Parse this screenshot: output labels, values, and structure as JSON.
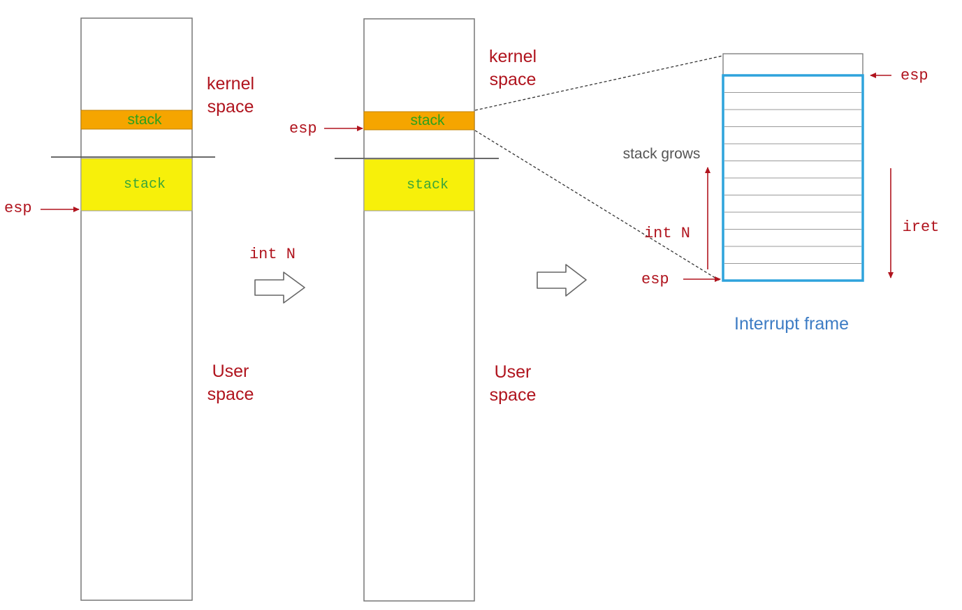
{
  "colors": {
    "red": "#b0141e",
    "kernel_stack_fill": "#f5a500",
    "kernel_stack_text": "#2aa11c",
    "user_stack_fill": "#f7f00a",
    "user_stack_text": "#3aa53a",
    "frame_border": "#2ea3dc",
    "frame_caption": "#3d7cc4",
    "gray_text": "#555555"
  },
  "left_panel": {
    "kernel_stack_label": "stack",
    "user_stack_label": "stack",
    "kernel_label_line1": "kernel",
    "kernel_label_line2": "space",
    "user_label_line1": "User",
    "user_label_line2": "space",
    "esp_label": "esp"
  },
  "transition": {
    "instruction": "int N"
  },
  "middle_panel": {
    "kernel_stack_label": "stack",
    "user_stack_label": "stack",
    "kernel_label_line1": "kernel",
    "kernel_label_line2": "space",
    "user_label_line1": "User",
    "user_label_line2": "space",
    "esp_label": "esp"
  },
  "right_panel": {
    "esp_top_label": "esp",
    "esp_bottom_label": "esp",
    "stack_grows_label": "stack grows",
    "int_label": "int N",
    "iret_label": "iret",
    "caption": "Interrupt frame",
    "frame_slot_count": 12
  },
  "icons": {
    "transition_arrow_1": "hollow-right-arrow-icon",
    "transition_arrow_2": "hollow-right-arrow-icon"
  }
}
